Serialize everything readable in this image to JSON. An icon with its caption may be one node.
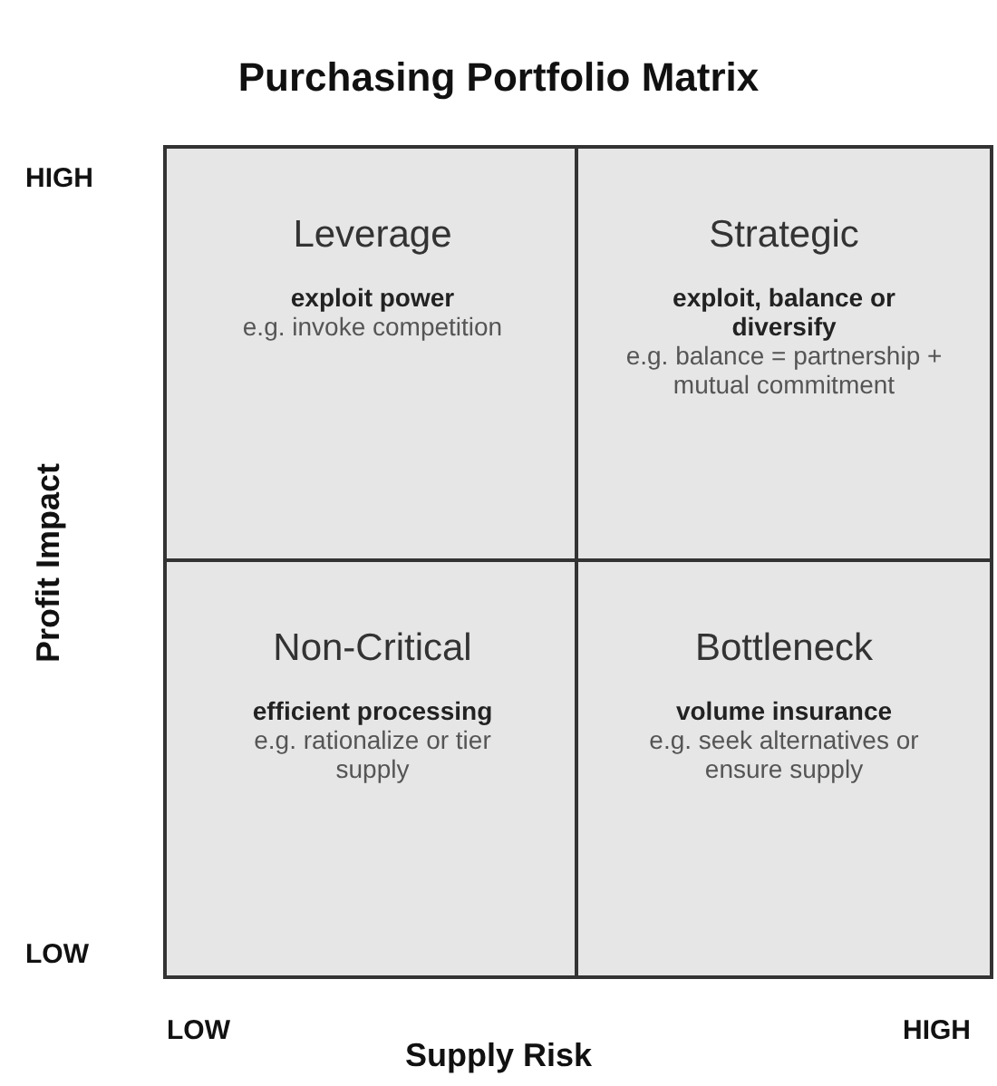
{
  "diagram": {
    "title": "Purchasing Portfolio Matrix",
    "nodes": [
      {
        "text": [
          "Leverage",
          "exploit power",
          "e.g. invoke competition"
        ]
      },
      {
        "text": [
          "Strategic",
          "exploit, balance or diversify",
          "e.g. balance = partnership + mutual commitment"
        ]
      },
      {
        "text": [
          "Non-Critical",
          "efficient processing",
          "e.g. rationalize or tier supply"
        ]
      },
      {
        "text": [
          "Bottleneck",
          "volume insurance",
          "e.g. seek alternatives or ensure supply"
        ]
      }
    ],
    "labels": [
      "HIGH",
      "Profit Impact",
      "LOW",
      "LOW",
      "Supply Risk",
      "HIGH"
    ]
  }
}
